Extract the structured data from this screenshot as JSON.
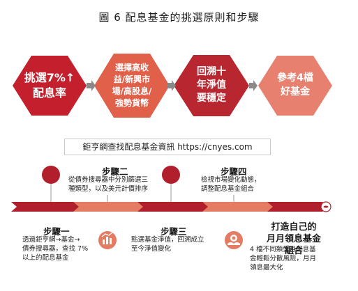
{
  "figure": {
    "title": "圖 6  配息基金的挑選原則和步驟"
  },
  "principles": [
    {
      "label": "挑選7%↑\n配息率",
      "color": "#c41f2c"
    },
    {
      "label": "選擇高收\n益/新興市\n場/高股息/\n強勢貨幣",
      "color": "#e0604a"
    },
    {
      "label": "回溯十\n年淨值\n要穩定",
      "color": "#b8262f"
    },
    {
      "label": "參考4檔\n好基金",
      "color": "#e7806f"
    }
  ],
  "source": {
    "text": "鉅亨網查找配息基金資訊 https://cnyes.com"
  },
  "steps": [
    {
      "title": "步驟一",
      "desc": "透過鉅亨網→基金→\n債券搜尋器，查找 7%\n以上的配息基金"
    },
    {
      "title": "步驟二",
      "desc": "從債券搜尋器中分別篩選三\n種類型，以及美元計價排序"
    },
    {
      "title": "步驟三",
      "desc": "點選基金淨值，回溯成立\n至今淨值變化"
    },
    {
      "title": "步驟四",
      "desc": "檢視市場變化動態，\n調整配息基金組合"
    },
    {
      "title": "打造自己的\n月月領息基金組合",
      "desc": "4 檔不同類型月配息基\n金輕鬆分散風險，月月\n領息最大化"
    }
  ],
  "colors": {
    "timeline_dark": "#a01e28",
    "timeline_light": "#e1806a",
    "arrow": "#8a8a8a"
  }
}
